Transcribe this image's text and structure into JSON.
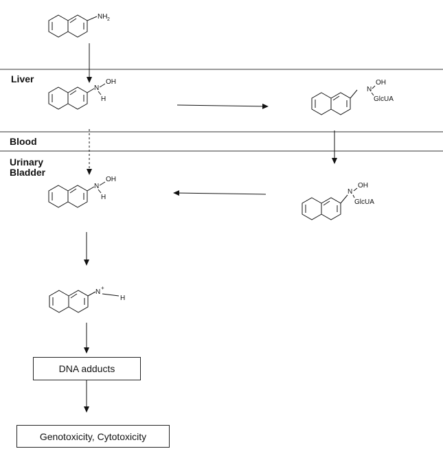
{
  "compartments": {
    "liver": "Liver",
    "blood": "Blood",
    "bladder_line1": "Urinary",
    "bladder_line2": "Bladder"
  },
  "atoms": {
    "amine": "NH",
    "amine_sub": "2",
    "nitrogen": "N",
    "oxygen_h": "OH",
    "hydrogen": "H",
    "glcua": "GlcUA",
    "plus": "+"
  },
  "boxes": {
    "dna_adducts": "DNA adducts",
    "toxicity": "Genotoxicity, Cytotoxicity"
  },
  "colors": {
    "ink": "#111111",
    "background": "#ffffff"
  }
}
